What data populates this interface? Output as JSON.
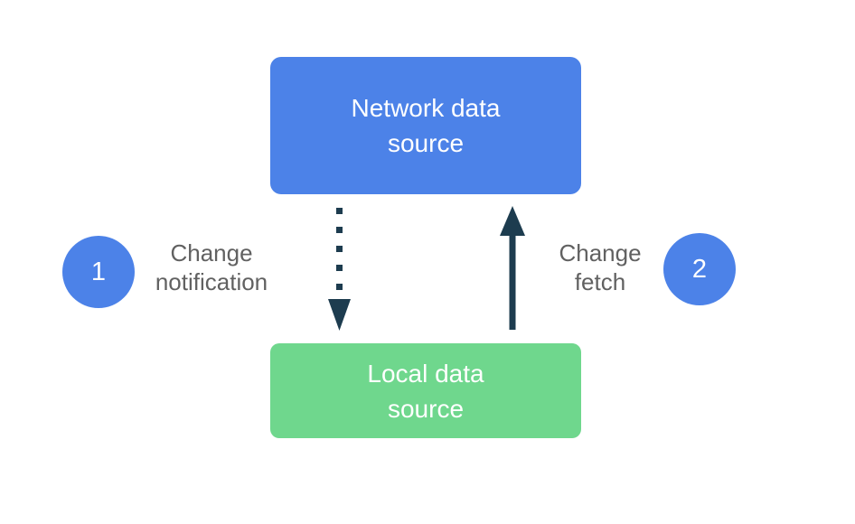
{
  "diagram": {
    "nodes": {
      "network_data_source": {
        "label": "Network data\nsource"
      },
      "local_data_source": {
        "label": "Local data\nsource"
      }
    },
    "steps": {
      "step1": {
        "number": "1",
        "label": "Change\nnotification"
      },
      "step2": {
        "number": "2",
        "label": "Change\nfetch"
      }
    },
    "arrows": {
      "change_notification": {
        "style": "dotted",
        "direction": "down",
        "color": "#1D3C4F"
      },
      "change_fetch": {
        "style": "solid",
        "direction": "up",
        "color": "#1D3C4F"
      }
    },
    "colors": {
      "node_blue": "#4C82E8",
      "node_green": "#6FD78D",
      "step_circle_blue": "#4C82E8",
      "arrow_dark": "#1D3C4F",
      "label_gray": "#616161",
      "node_text": "#FFFFFF",
      "background": "#FFFFFF"
    }
  }
}
